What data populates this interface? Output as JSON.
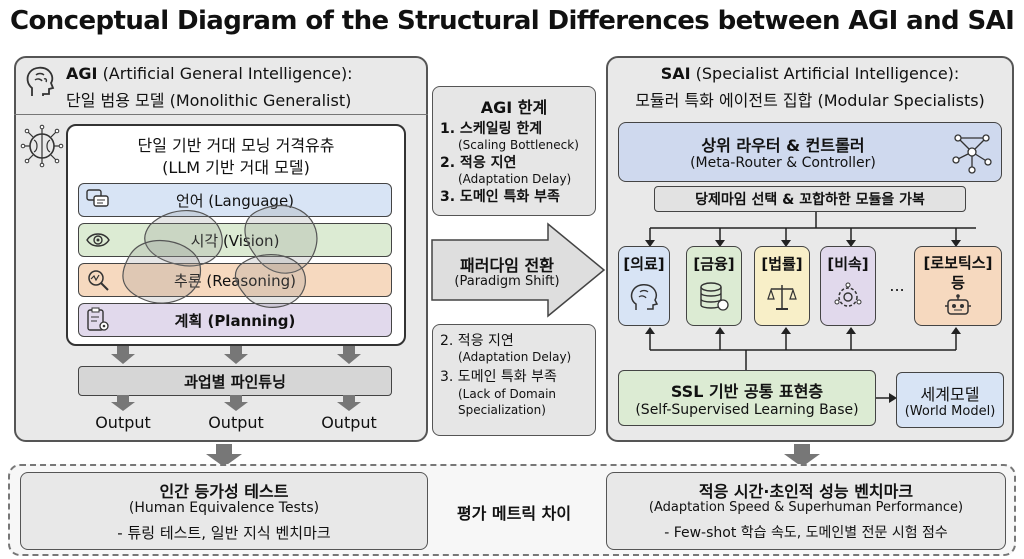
{
  "title": "Conceptual Diagram of the Structural Differences between AGI and SAI",
  "agi": {
    "header_abbr": "AGI",
    "header_full": "(Artificial General Intelligence):",
    "header_ko": "단일 범용 모델",
    "header_en": "(Monolithic Generalist)",
    "model_title_ko": "단일 기반 거대 모닝 거격유츄",
    "model_title_en": "(LLM 기반 거대 모델)",
    "rows": [
      {
        "label": "언어 (Language)",
        "icon": "speech-bubble-icon",
        "color": "#d8e4f5"
      },
      {
        "label": "시각 (Vision)",
        "icon": "eye-icon",
        "color": "#dcebd3"
      },
      {
        "label": "추론 (Reasoning)",
        "icon": "magnifier-chart-icon",
        "color": "#f6d9bf"
      },
      {
        "label": "계획 (Planning)",
        "icon": "clipboard-gear-icon",
        "color": "#e1d9ec"
      }
    ],
    "finetune_label": "과업별 파인튜닝",
    "outputs": [
      "Output",
      "Output",
      "Output"
    ],
    "eval_title": "인간 등가성 테스트",
    "eval_sub": "(Human Equivalence Tests)",
    "eval_desc": "- 튜링 테스트, 일반 지식 벤치마크"
  },
  "middle": {
    "limits_title": "AGI 한계",
    "limits": [
      {
        "title": "1. 스케일링 한계",
        "sub": "(Scaling Bottleneck)"
      },
      {
        "title": "2. 적응 지연",
        "sub": "(Adaptation Delay)"
      },
      {
        "title": "3. 도메인 특화 부족",
        "sub": ""
      }
    ],
    "shift_ko": "패러다임 전환",
    "shift_en": "(Paradigm Shift)",
    "lower_limits": [
      {
        "title": "2. 적응 지연",
        "sub": "(Adaptation Delay)"
      },
      {
        "title": "3. 도메인 특화 부족",
        "sub": "(Lack of Domain Specialization)"
      }
    ],
    "eval_diff": "평가 메트릭 차이"
  },
  "sai": {
    "header_abbr": "SAI",
    "header_full": "(Specialist Artificial Intelligence):",
    "header_ko": "모듈러 특화 에이전트 집합",
    "header_en": "(Modular Specialists)",
    "router_ko": "상위 라우터 & 컨트롤러",
    "router_en": "(Meta-Router & Controller)",
    "select_label": "당제마임 선택 & 꼬합하한 모듈을 가복",
    "domains": [
      {
        "label": "[의료]",
        "icon": "brain-icon",
        "color": "#d8e4f5"
      },
      {
        "label": "[금융]",
        "icon": "database-coin-icon",
        "color": "#dcebd3"
      },
      {
        "label": "[법률]",
        "icon": "scales-icon",
        "color": "#f8efc8"
      },
      {
        "label": "[비속]",
        "icon": "network-gear-icon",
        "color": "#e1d9ec"
      },
      {
        "label": "[로보틱스] 등",
        "icon": "robot-icon",
        "color": "#f6d9bf"
      }
    ],
    "ellipsis": "...",
    "ssl_ko": "SSL 기반 공통 표현층",
    "ssl_en": "(Self-Supervised Learning Base)",
    "world_ko": "세계모델",
    "world_en": "(World Model)",
    "eval_title": "적응 시간·초인적 성능 벤치마크",
    "eval_sub": "(Adaptation Speed & Superhuman Performance)",
    "eval_desc": "- Few-shot 학습 속도, 도메인별 전문 시험 점수"
  }
}
